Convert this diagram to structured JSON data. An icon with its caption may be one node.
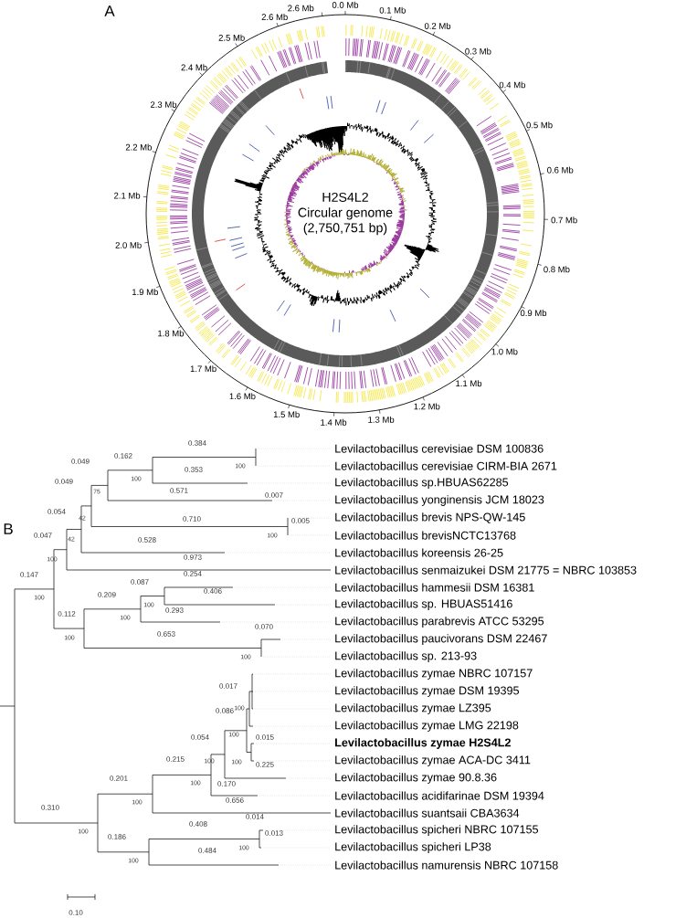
{
  "diagram": {
    "labels": [
      "A",
      "0.0 Mb",
      "0.1 Mb",
      "0.2 Mb",
      "0.3 Mb",
      "0.4 Mb",
      "0.5 Mb",
      "0.6 Mb",
      "0.7 Mb",
      "0.8 Mb",
      "0.9 Mb",
      "1.0 Mb",
      "1.1 Mb",
      "1.2 Mb",
      "1.3 Mb",
      "1.4 Mb",
      "1.5 Mb",
      "1.6 Mb",
      "1.7 Mb",
      "1.8 Mb",
      "1.9 Mb",
      "2.0 Mb",
      "2.1 Mb",
      "2.2 Mb",
      "2.3 Mb",
      "2.4 Mb",
      "2.5 Mb",
      "2.6 Mb",
      "2.6 Mb",
      "H2S4L2 Circular genome (2,750,751 bp)",
      "B",
      "0.384",
      "0.162",
      "0.049",
      "100",
      "0.353",
      "100",
      "0.049",
      "0.571",
      "75",
      "0.007",
      "0.054",
      "42",
      "0.710",
      "0.005",
      "0.047",
      "42",
      "0.528",
      "100",
      "0.973",
      "100",
      "0.147",
      "0.254",
      "0.087",
      "0.209",
      "0.406",
      "100",
      "100",
      "0.293",
      "0.112",
      "100",
      "0.070",
      "0.653",
      "100",
      "100",
      "0.017",
      "0.086",
      "100",
      "100",
      "0.054",
      "0.015",
      "0.215",
      "100",
      "100",
      "0.225",
      "0.201",
      "100",
      "0.170",
      "0.656",
      "100",
      "0.310",
      "0.014",
      "0.408",
      "100",
      "0.186",
      "0.013",
      "100",
      "0.484",
      "100",
      "Levilactobacillus cerevisiae DSM 100836",
      "Levilactobacillus cerevisiae CIRM-BIA 2671",
      "Levilactobacillus sp.HBUAS62285",
      "Levilactobacillus yonginensis JCM 18023",
      "Levilactobacillus brevis NPS-QW-145",
      "Levilactobacillus brevisNCTC13768",
      "Levilactobacillus koreensis 26-25",
      "Levilactobacillus senmaizukei DSM 21775 = NBRC 103853",
      "Levilactobacillus hammesii DSM 16381",
      "Levilactobacillus sp. HBUAS51416",
      "Levilactobacillus parabrevis ATCC 53295",
      "Levilactobacillus paucivorans DSM 22467",
      "Levilactobacillus sp. 213-93",
      "Levilactobacillus zymae NBRC 107157",
      "Levilactobacillus zymae DSM 19395",
      "Levilactobacillus zymae LZ395",
      "Levilactobacillus zymae LMG 22198",
      "Levilactobacillus zymae H2S4L2",
      "Levilactobacillus zymae ACA-DC 3411",
      "Levilactobacillus zymae 90.8.36",
      "Levilactobacillus acidifarinae DSM 19394",
      "Levilactobacillus suantsaii CBA3634",
      "Levilactobacillus spicheri NBRC 107155",
      "Levilactobacillus spicheri LP38",
      "Levilactobacillus namurensis NBRC 107158",
      "0.10"
    ]
  }
}
